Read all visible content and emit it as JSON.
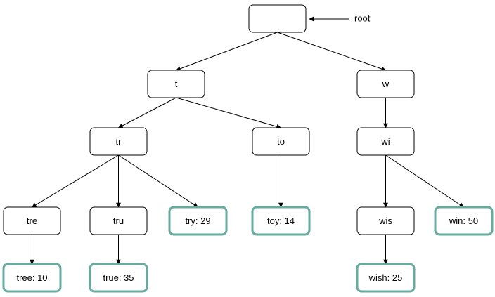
{
  "root_annotation": "root",
  "colors": {
    "node_border": "#000000",
    "leaf_border": "#67AB9F",
    "edge": "#000000"
  },
  "nodes": [
    {
      "id": "root",
      "label": "",
      "leaf": false
    },
    {
      "id": "t",
      "label": "t",
      "leaf": false
    },
    {
      "id": "w",
      "label": "w",
      "leaf": false
    },
    {
      "id": "tr",
      "label": "tr",
      "leaf": false
    },
    {
      "id": "to",
      "label": "to",
      "leaf": false
    },
    {
      "id": "wi",
      "label": "wi",
      "leaf": false
    },
    {
      "id": "tre",
      "label": "tre",
      "leaf": false
    },
    {
      "id": "tru",
      "label": "tru",
      "leaf": false
    },
    {
      "id": "try",
      "label": "try: 29",
      "leaf": true
    },
    {
      "id": "toy",
      "label": "toy: 14",
      "leaf": true
    },
    {
      "id": "wis",
      "label": "wis",
      "leaf": false
    },
    {
      "id": "win",
      "label": "win: 50",
      "leaf": true
    },
    {
      "id": "tree",
      "label": "tree: 10",
      "leaf": true
    },
    {
      "id": "true",
      "label": "true: 35",
      "leaf": true
    },
    {
      "id": "wish",
      "label": "wish: 25",
      "leaf": true
    }
  ],
  "edges": [
    {
      "from": "root",
      "to": "t"
    },
    {
      "from": "root",
      "to": "w"
    },
    {
      "from": "t",
      "to": "tr"
    },
    {
      "from": "t",
      "to": "to"
    },
    {
      "from": "w",
      "to": "wi"
    },
    {
      "from": "tr",
      "to": "tre"
    },
    {
      "from": "tr",
      "to": "tru"
    },
    {
      "from": "tr",
      "to": "try"
    },
    {
      "from": "to",
      "to": "toy"
    },
    {
      "from": "wi",
      "to": "wis"
    },
    {
      "from": "wi",
      "to": "win"
    },
    {
      "from": "tre",
      "to": "tree"
    },
    {
      "from": "tru",
      "to": "true"
    },
    {
      "from": "wis",
      "to": "wish"
    }
  ]
}
